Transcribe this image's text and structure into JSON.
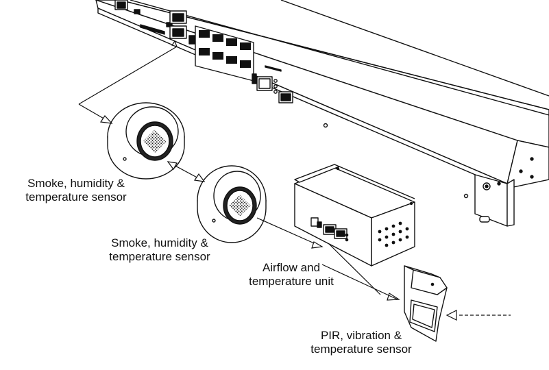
{
  "labels": {
    "sensor1": [
      "Smoke, humidity &",
      "temperature sensor"
    ],
    "sensor2": [
      "Smoke, humidity &",
      "temperature sensor"
    ],
    "airflow": [
      "Airflow and",
      "temperature unit"
    ],
    "pir": [
      "PIR, vibration &",
      "temperature sensor"
    ]
  },
  "colors": {
    "line": "#111111",
    "fill": "#ffffff",
    "shade": "#222222"
  }
}
